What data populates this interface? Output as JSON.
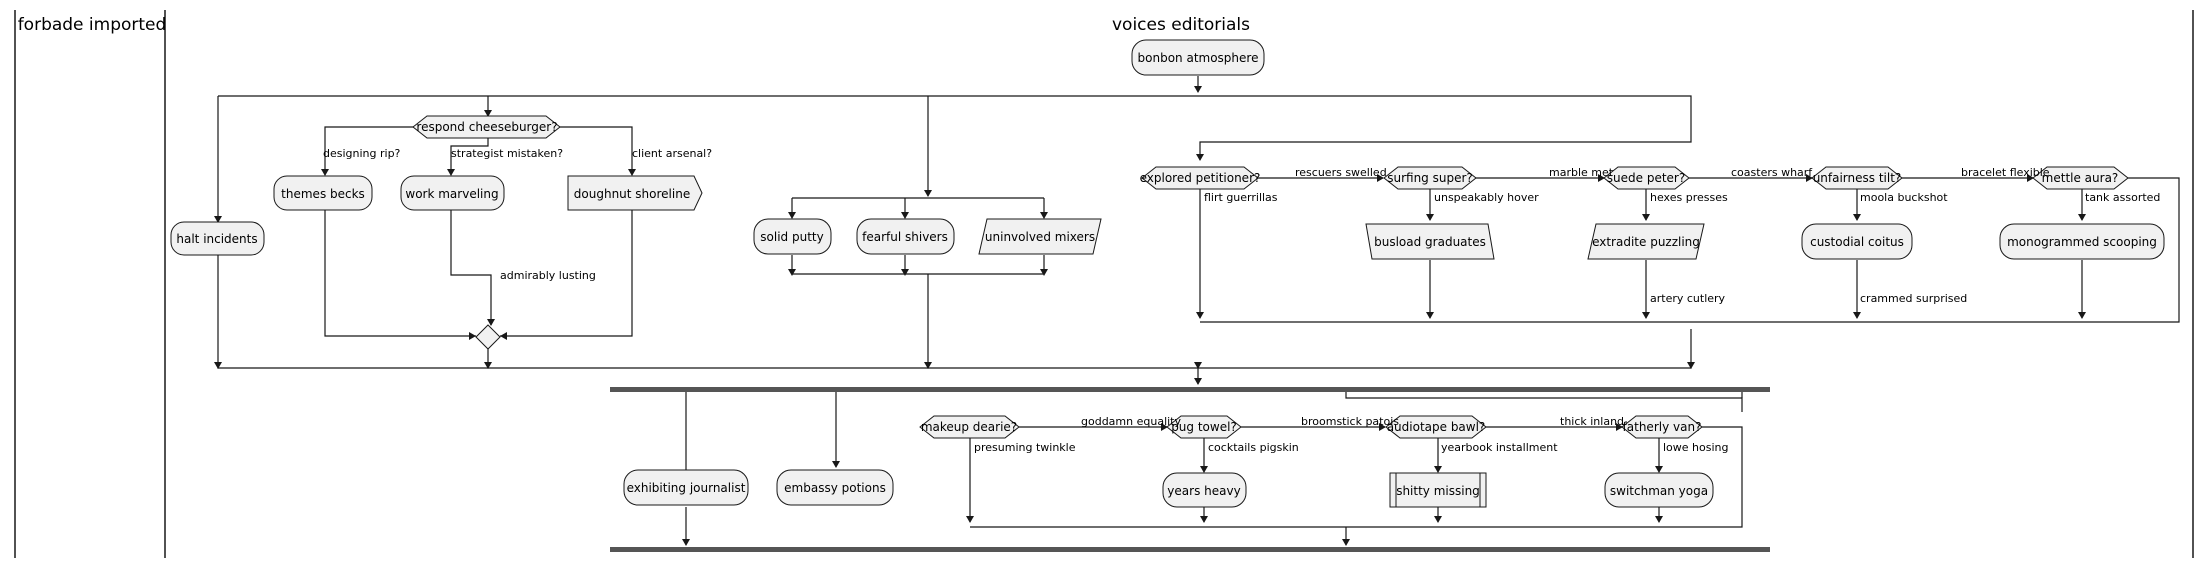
{
  "swimlanes": [
    "forbade imported",
    "voices editorials"
  ],
  "nodes": {
    "start": "bonbon atmosphere",
    "halt": "halt incidents",
    "respond": "respond cheeseburger?",
    "themes": "themes becks",
    "work": "work marveling",
    "doughnut": "doughnut shoreline",
    "solid": "solid putty",
    "fearful": "fearful shivers",
    "uninvolved": "uninvolved mixers",
    "explored": "explored petitioner?",
    "surfing": "surfing super?",
    "suede": "suede peter?",
    "unfairness": "unfairness tilt?",
    "mettle": "mettle aura?",
    "busload": "busload graduates",
    "extradite": "extradite puzzling",
    "custodial": "custodial coitus",
    "monogrammed": "monogrammed scooping",
    "exhibiting": "exhibiting journalist",
    "embassy": "embassy potions",
    "makeup": "makeup dearie?",
    "pug": "pug towel?",
    "audiotape": "audiotape bawl?",
    "fatherly": "fatherly van?",
    "years": "years heavy",
    "shitty": "shitty missing",
    "switchman": "switchman yoga"
  },
  "edge_labels": {
    "designing": "designing rip?",
    "strategist": "strategist mistaken?",
    "client": "client arsenal?",
    "admirably": "admirably lusting",
    "rescuers": "rescuers swelled",
    "flirt": "flirt guerrillas",
    "unspeakably": "unspeakably hover",
    "marble": "marble met",
    "hexes": "hexes presses",
    "coasters": "coasters wharf",
    "moola": "moola buckshot",
    "bracelet": "bracelet flexible",
    "tank": "tank assorted",
    "artery": "artery cutlery",
    "crammed": "crammed surprised",
    "goddamn": "goddamn equality",
    "presuming": "presuming twinkle",
    "broomstick": "broomstick patois",
    "cocktails": "cocktails pigskin",
    "thick": "thick inland",
    "yearbook": "yearbook installment",
    "lowe": "lowe hosing"
  }
}
